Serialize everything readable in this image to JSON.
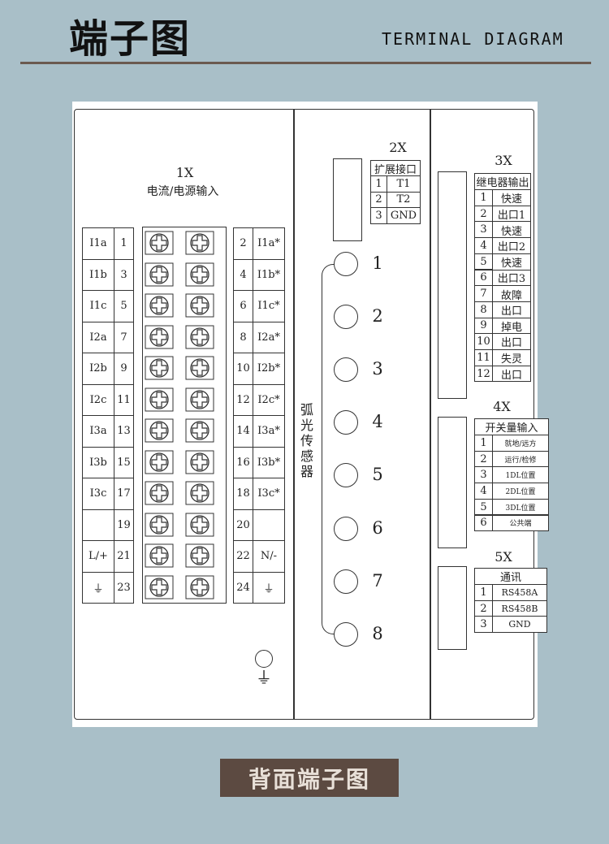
{
  "header": {
    "title_cn": "端子图",
    "title_en": "TERMINAL DIAGRAM"
  },
  "x1": {
    "label": "1X",
    "subtitle": "电流/电源输入",
    "rows": [
      {
        "ll": "I1a",
        "ln": "1",
        "rn": "2",
        "rl": "I1a*"
      },
      {
        "ll": "I1b",
        "ln": "3",
        "rn": "4",
        "rl": "I1b*"
      },
      {
        "ll": "I1c",
        "ln": "5",
        "rn": "6",
        "rl": "I1c*"
      },
      {
        "ll": "I2a",
        "ln": "7",
        "rn": "8",
        "rl": "I2a*"
      },
      {
        "ll": "I2b",
        "ln": "9",
        "rn": "10",
        "rl": "I2b*"
      },
      {
        "ll": "I2c",
        "ln": "11",
        "rn": "12",
        "rl": "I2c*"
      },
      {
        "ll": "I3a",
        "ln": "13",
        "rn": "14",
        "rl": "I3a*"
      },
      {
        "ll": "I3b",
        "ln": "15",
        "rn": "16",
        "rl": "I3b*"
      },
      {
        "ll": "I3c",
        "ln": "17",
        "rn": "18",
        "rl": "I3c*"
      },
      {
        "ll": "",
        "ln": "19",
        "rn": "20",
        "rl": ""
      },
      {
        "ll": "L/+",
        "ln": "21",
        "rn": "22",
        "rl": "N/-"
      },
      {
        "ll": "⏚",
        "ln": "23",
        "rn": "24",
        "rl": "⏚"
      }
    ]
  },
  "arc": {
    "label": "弧光传感器",
    "numbers": [
      "1",
      "2",
      "3",
      "4",
      "5",
      "6",
      "7",
      "8"
    ]
  },
  "x2": {
    "label": "2X",
    "header": "扩展接口",
    "rows": [
      [
        "1",
        "T1"
      ],
      [
        "2",
        "T2"
      ],
      [
        "3",
        "GND"
      ]
    ]
  },
  "x3": {
    "label": "3X",
    "header": "继电器输出",
    "nums": [
      "1",
      "2",
      "3",
      "4",
      "5",
      "6",
      "7",
      "8",
      "9",
      "10",
      "11",
      "12"
    ],
    "names": [
      "快速",
      "出口1",
      "快速",
      "出口2",
      "快速",
      "出口3",
      "故障",
      "出口",
      "掉电",
      "出口",
      "失灵",
      "出口"
    ]
  },
  "x4": {
    "label": "4X",
    "header": "开关量输入",
    "rows": [
      [
        "1",
        "就地/远方"
      ],
      [
        "2",
        "运行/检修"
      ],
      [
        "3",
        "1DL位置"
      ],
      [
        "4",
        "2DL位置"
      ],
      [
        "5",
        "3DL位置"
      ],
      [
        "6",
        "公共端"
      ]
    ]
  },
  "x5": {
    "label": "5X",
    "header": "通讯",
    "rows": [
      [
        "1",
        "RS458A"
      ],
      [
        "2",
        "RS458B"
      ],
      [
        "3",
        "GND"
      ]
    ]
  },
  "footer": {
    "button": "背面端子图"
  }
}
